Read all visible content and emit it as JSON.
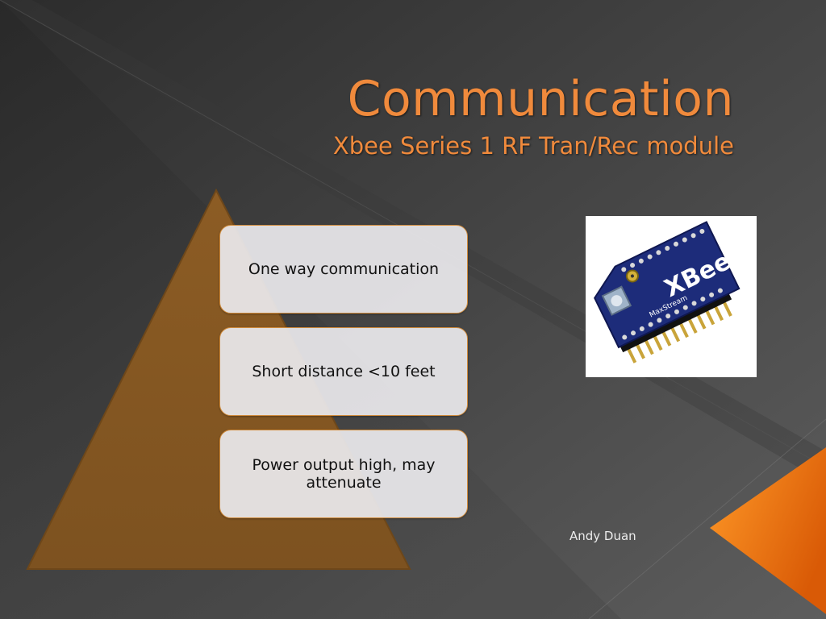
{
  "slide": {
    "title": "Communication",
    "subtitle": "Xbee Series 1 RF Tran/Rec module",
    "boxes": [
      {
        "text": "One way communication"
      },
      {
        "text": "Short distance <10 feet"
      },
      {
        "text": "Power output high, may attenuate"
      }
    ],
    "author": "Andy Duan"
  },
  "image": {
    "label": "Xbee module photo",
    "logo": "XBee",
    "brand": "MaxStream"
  },
  "colors": {
    "accent_orange": "#f08a3c",
    "pyramid_brown": "#8a5a22",
    "box_fill": "#eae8ec",
    "background_dark": "#2a2a2a",
    "module_blue": "#1d2c7a"
  }
}
